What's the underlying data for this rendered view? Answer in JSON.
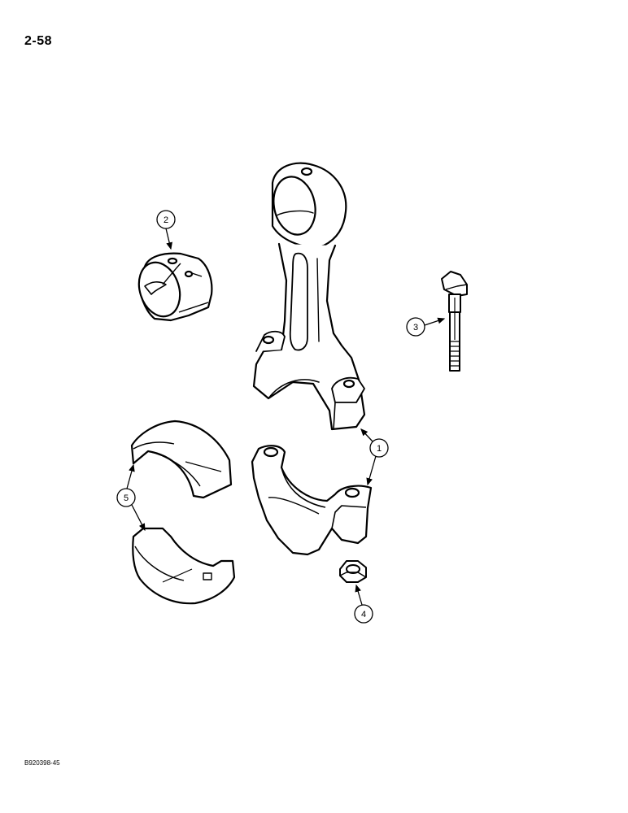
{
  "page_number": "2-58",
  "figure_code": "B920398-45",
  "callouts": {
    "c1": "1",
    "c2": "2",
    "c3": "3",
    "c4": "4",
    "c5": "5"
  }
}
